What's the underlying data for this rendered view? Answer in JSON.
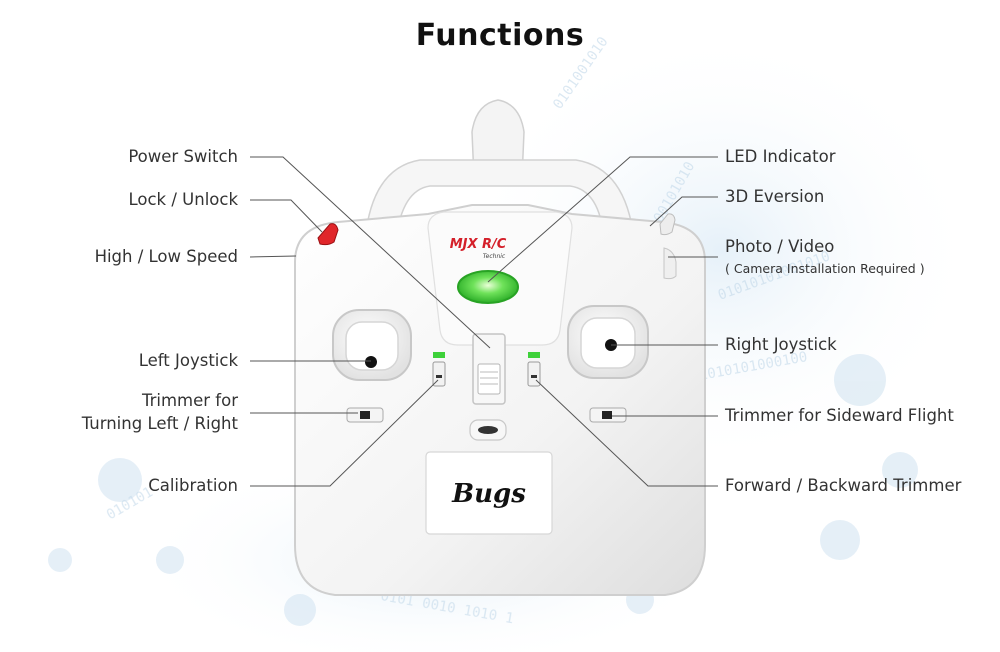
{
  "title": "Functions",
  "device": {
    "brand_logo": "MJX R/C",
    "brand_subtitle": "Technic",
    "model_label": "Bugs"
  },
  "labels_left": {
    "power_switch": "Power Switch",
    "lock_unlock": "Lock / Unlock",
    "high_low_speed": "High / Low Speed",
    "left_joystick": "Left Joystick",
    "trimmer_turning_line1": "Trimmer for",
    "trimmer_turning_line2": "Turning Left / Right",
    "calibration": "Calibration"
  },
  "labels_right": {
    "led_indicator": "LED Indicator",
    "eversion_3d": "3D Eversion",
    "photo_video": "Photo / Video",
    "photo_video_note": "( Camera Installation Required )",
    "right_joystick": "Right Joystick",
    "trimmer_sideward": "Trimmer for Sideward Flight",
    "forward_backward_trimmer": "Forward / Backward Trimmer"
  },
  "colors": {
    "led_green": "#3ed13a",
    "lock_button_red": "#e0262a",
    "logo_red": "#d4202a",
    "leader_line": "#555555",
    "background_watermark": "#d6e8f4"
  }
}
